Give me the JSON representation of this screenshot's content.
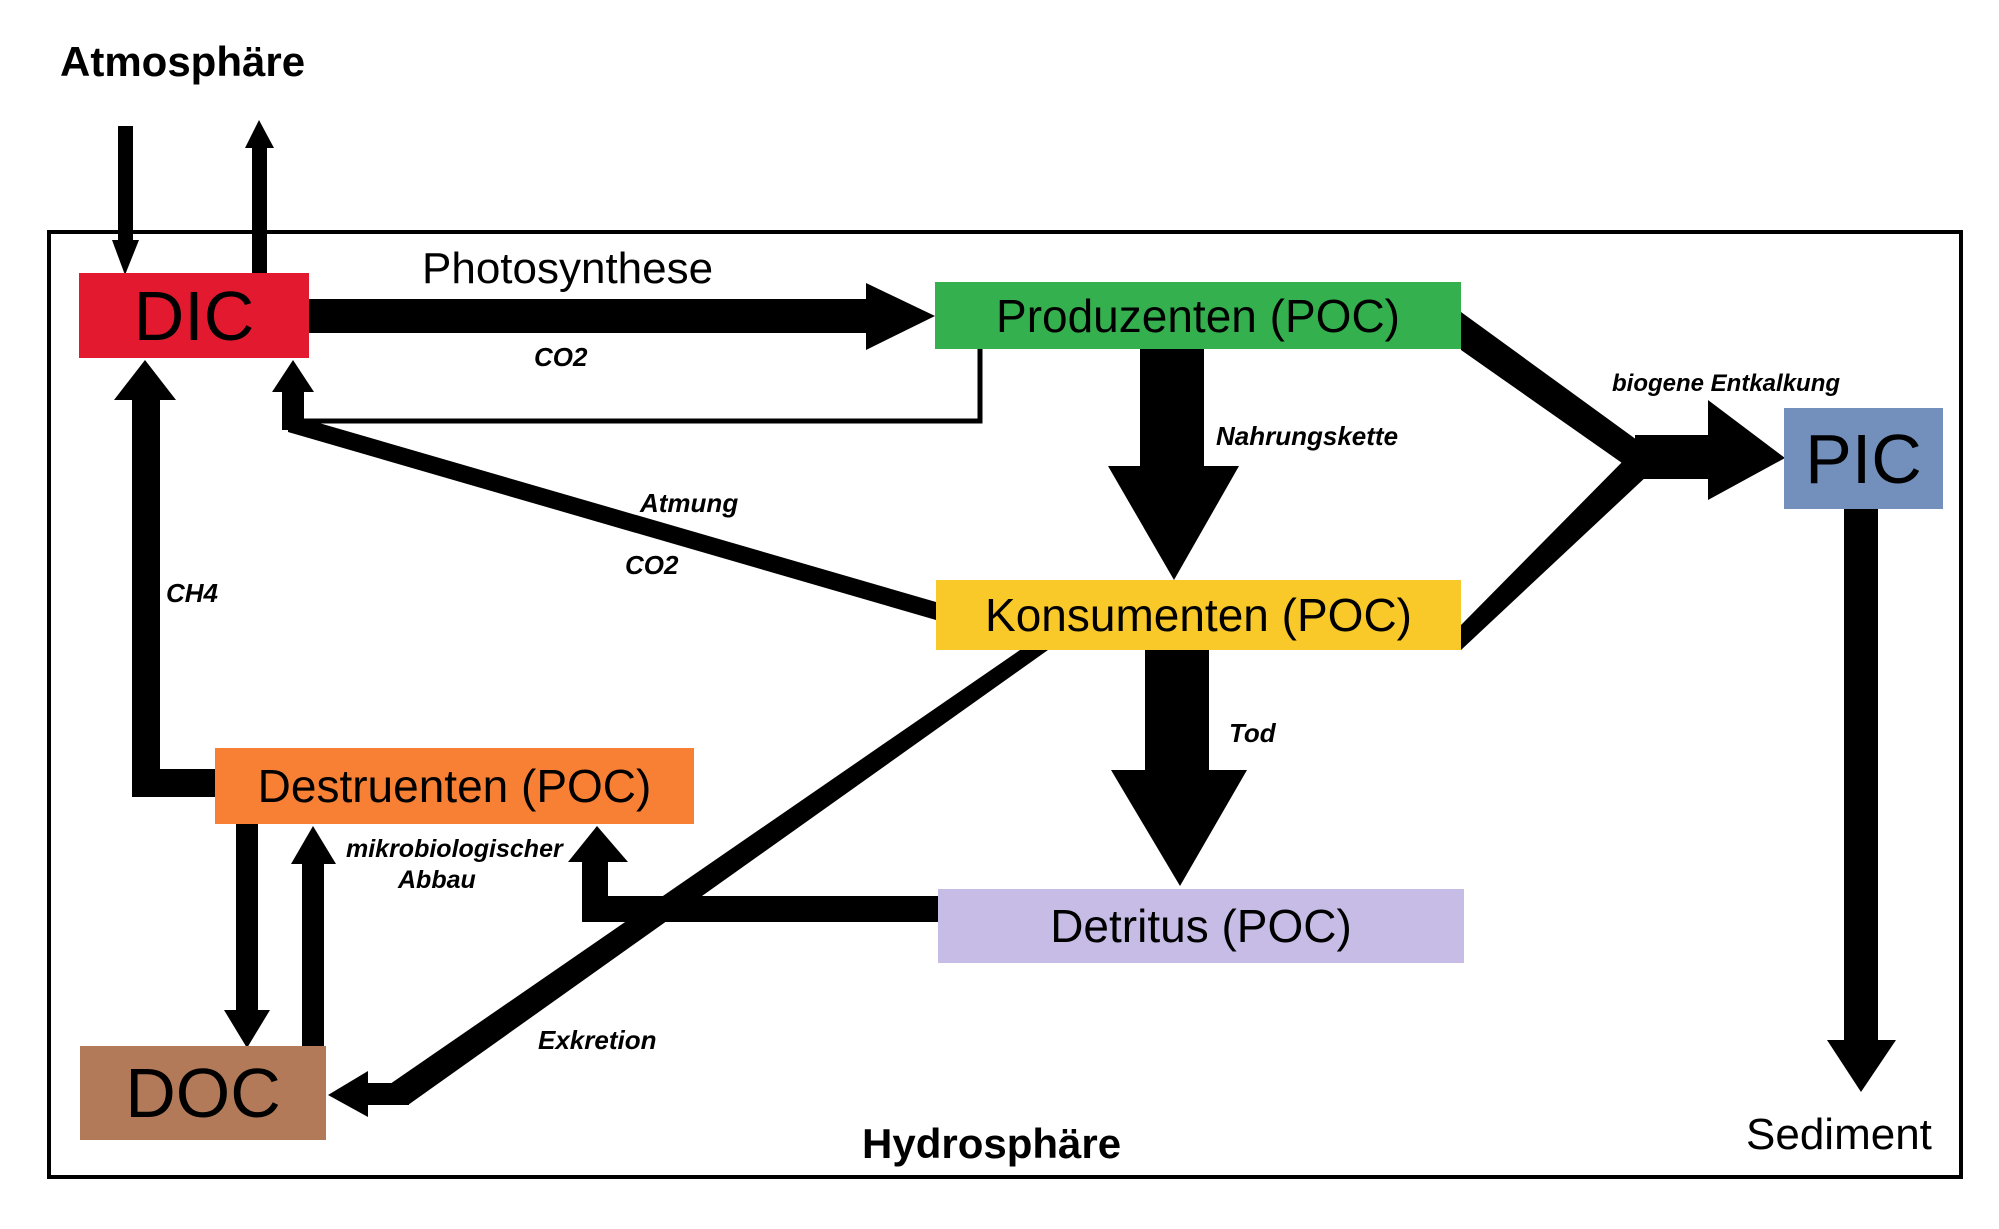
{
  "titles": {
    "atmosphere": "Atmosphäre",
    "hydrosphere": "Hydrosphäre",
    "sediment": "Sediment"
  },
  "nodes": {
    "dic": {
      "label": "DIC",
      "color": "#e31a2f"
    },
    "producers": {
      "label": "Produzenten (POC)",
      "color": "#34b04f"
    },
    "pic": {
      "label": "PIC",
      "color": "#7390bd"
    },
    "consumers": {
      "label": "Konsumenten (POC)",
      "color": "#f8c928"
    },
    "decomposers": {
      "label": "Destruenten (POC)",
      "color": "#f88034"
    },
    "detritus": {
      "label": "Detritus (POC)",
      "color": "#c6bce5"
    },
    "doc": {
      "label": "DOC",
      "color": "#b37a5a"
    }
  },
  "flows": {
    "photosynthesis": "Photosynthese",
    "co2_top": "CO2",
    "food_chain": "Nahrungskette",
    "biogenic_decalcification": "biogene Entkalkung",
    "respiration": "Atmung",
    "co2_respiration": "CO2",
    "ch4": "CH4",
    "death": "Tod",
    "microbial_line1": "mikrobiologischer",
    "microbial_line2": "Abbau",
    "excretion": "Exkretion"
  }
}
